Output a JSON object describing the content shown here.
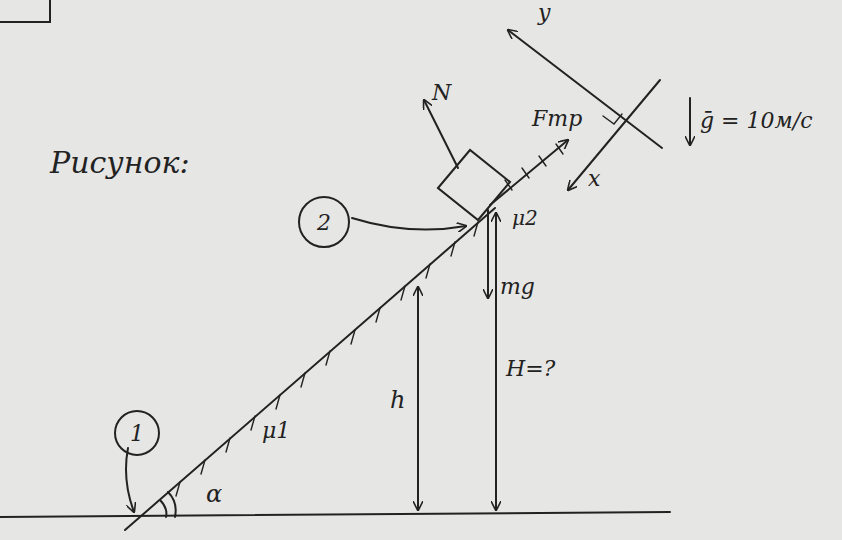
{
  "diagram": {
    "nodes": [
      {
        "text": [
          "2"
        ]
      },
      {
        "text": [
          "1"
        ]
      }
    ],
    "labels": [
      "Рисунок:",
      "y",
      "N",
      "Fтр",
      "ḡ = 10м/с",
      "x",
      "μ2",
      "mg",
      "H=?",
      "h",
      "μ1",
      "α"
    ]
  }
}
